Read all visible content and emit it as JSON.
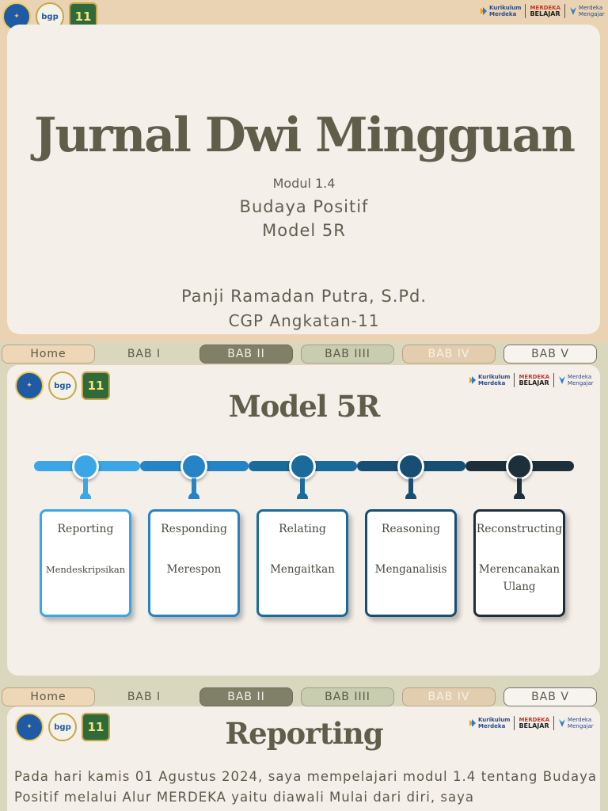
{
  "slide1": {
    "title": "Jurnal Dwi Mingguan",
    "modul": "Modul 1.4",
    "subtitle_1": "Budaya Positif",
    "subtitle_2": "Model 5R",
    "author": "Panji Ramadan Putra, S.Pd.",
    "cohort": "CGP Angkatan-11"
  },
  "logos": {
    "left": [
      "tut-wuri-handayani-logo",
      "bgp-logo",
      "cgp-angkatan-11-logo"
    ],
    "cgp_number": "11",
    "bgp_text": "bgp",
    "right": {
      "kurikulum_1": "Kurikulum",
      "kurikulum_2": "Merdeka",
      "merdeka_1": "MERDEKA",
      "merdeka_2": "BELAJAR",
      "mengajar_1": "Merdeka",
      "mengajar_2": "Mengajar"
    }
  },
  "nav": {
    "home": "Home",
    "bab1": "BAB I",
    "bab2": "BAB II",
    "bab3": "BAB IIII",
    "bab4": "BAB IV",
    "bab5": "BAB V"
  },
  "slide2": {
    "title": "Model 5R",
    "steps": [
      {
        "title": "Reporting",
        "desc": "Mendeskripsikan",
        "color": "#3aa6e6"
      },
      {
        "title": "Responding",
        "desc": "Merespon",
        "color": "#2684c6"
      },
      {
        "title": "Relating",
        "desc": "Mengaitkan",
        "color": "#1a6b9c"
      },
      {
        "title": "Reasoning",
        "desc": "Menganalisis",
        "color": "#164f73"
      },
      {
        "title": "Reconstructing",
        "desc": "Merencanakan Ulang",
        "color": "#1e2f3c"
      }
    ]
  },
  "slide3": {
    "title": "Reporting",
    "paragraph": "Pada hari kamis 01 Agustus 2024, saya mempelajari modul 1.4 tentang Budaya Positif melalui Alur MERDEKA yaitu diawali Mulai dari diri, saya"
  }
}
